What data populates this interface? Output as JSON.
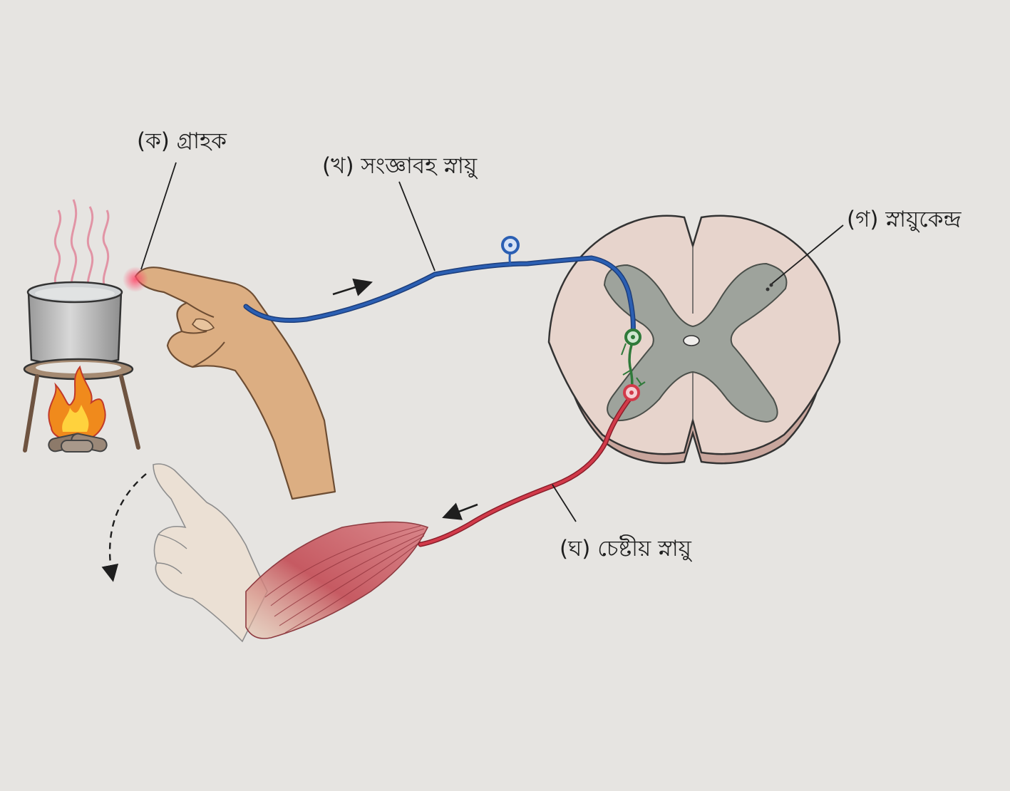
{
  "labels": {
    "receptor": "(ক) গ্রাহক",
    "sensory_nerve": "(খ) সংজ্ঞাবহ স্নায়ু",
    "nerve_center": "(গ) স্নায়ুকেন্দ্র",
    "motor_nerve": "(ঘ) চেষ্টীয় স্নায়ু"
  },
  "colors": {
    "background": "#e6e4e1",
    "sensory_nerve": "#2b5fb3",
    "interneuron": "#2f7a3a",
    "motor_nerve": "#d23a4a",
    "gray_matter": "#9ea39c",
    "cord_outer": "#e7d4cc",
    "skin": "#dcae82",
    "muscle": "#c8636a",
    "flame": "#f08a1c",
    "steam": "#e07a92"
  },
  "icons": {
    "signal_in": "arrow-right-icon",
    "signal_out": "arrow-left-icon",
    "withdraw": "dashed-curved-arrow-icon"
  }
}
